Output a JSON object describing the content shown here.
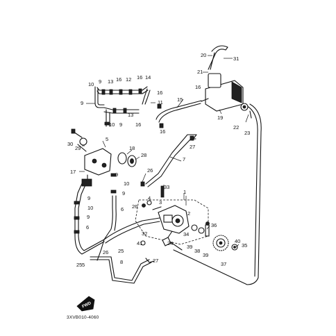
{
  "diagram": {
    "reference_code": "3XVB010-4060",
    "fwd_mark": "FWD",
    "callouts": [
      "20",
      "31",
      "21",
      "14",
      "10",
      "9",
      "13",
      "16",
      "12",
      "16",
      "16",
      "11",
      "9",
      "15",
      "16",
      "16",
      "19",
      "22",
      "23",
      "10",
      "9",
      "13",
      "16",
      "30",
      "5",
      "18",
      "28",
      "29",
      "27",
      "7",
      "17",
      "26",
      "9",
      "10",
      "33",
      "9",
      "1",
      "9",
      "4",
      "3",
      "10",
      "26",
      "2",
      "6",
      "36",
      "9",
      "6",
      "34",
      "38",
      "32",
      "24",
      "39",
      "40",
      "35",
      "41",
      "25",
      "39",
      "37",
      "5",
      "26",
      "25",
      "8",
      "27"
    ]
  }
}
